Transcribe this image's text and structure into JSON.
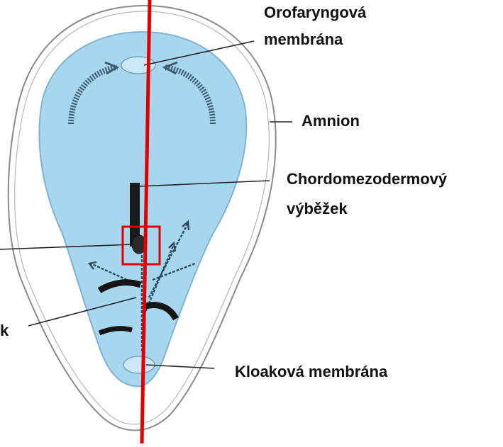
{
  "labels": {
    "orofaryngova_line1": "Orofaryngová",
    "orofaryngova_line2": "membrána",
    "amnion": "Amnion",
    "chordo_line1": "Chordomezodermový",
    "chordo_line2": "výběžek",
    "left_cut": "k",
    "kloakova": "Kloaková membrána"
  },
  "colors": {
    "embryo_fill": "#a9d6ef",
    "embryo_edge": "#7fb3d0",
    "amnion_outline": "#8a8a8a",
    "axis_line": "#e00000",
    "highlight_box": "#e00000",
    "structure_dark": "#1a1a1a",
    "leader_line": "#222222"
  }
}
